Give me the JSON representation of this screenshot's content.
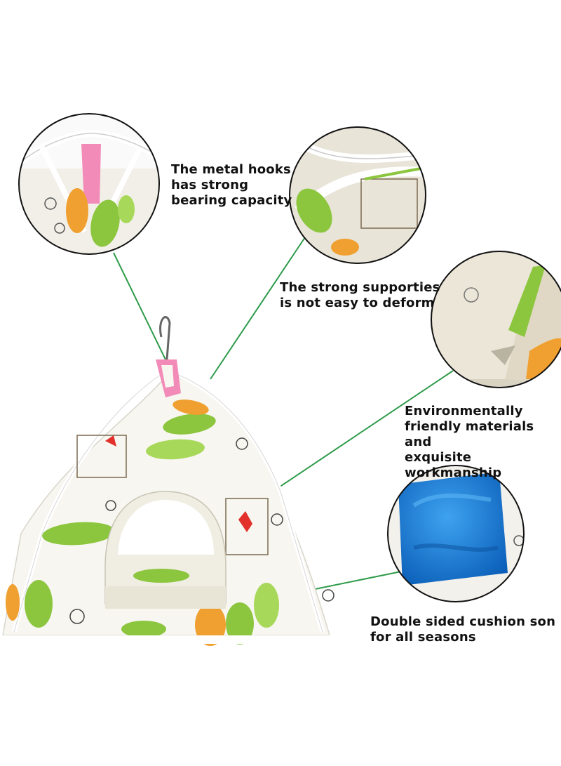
{
  "callouts": [
    {
      "text": "The metal hooks\nhas strong\nbearing capacity"
    },
    {
      "text": "The strong supporties\nis not easy to deform"
    },
    {
      "text": "Environmentally\nfriendly materials and\nexquisite workmanship"
    },
    {
      "text": "Double sided cushion son\nfor all seasons"
    }
  ],
  "colors": {
    "leader_line": "#2e9b4a",
    "cushion": "#1f7fd6",
    "strap": "#f28bb8",
    "leaf_green": "#8cc63f",
    "leaf_orange": "#f0a030",
    "tent_fabric": "#f7f6f0"
  }
}
